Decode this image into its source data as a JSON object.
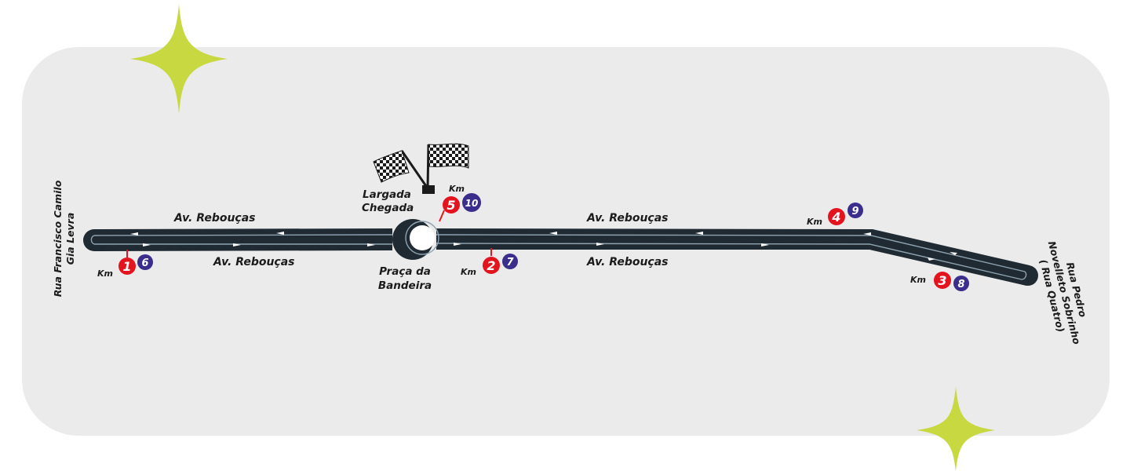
{
  "colors": {
    "panel": "#ebebeb",
    "road": "#1f2a33",
    "road_line": "#8fa3b0",
    "sparkle": "#c8d840",
    "km_first_lap": "#e3141e",
    "km_second_lap": "#3a2d8c",
    "text": "#1b1b1b"
  },
  "streets": {
    "av_top_left": "Av. Rebouças",
    "av_bottom_left": "Av. Rebouças",
    "av_top_right": "Av. Rebouças",
    "av_bottom_right": "Av. Rebouças",
    "left_end_line1": "Rua Francisco Camilo",
    "left_end_line2": "Gia Levra",
    "right_end_line1": "Rua Pedro",
    "right_end_line2": "Novelleto Sobrinho",
    "right_end_line3": "( Rua Quatro)"
  },
  "landmarks": {
    "square_line1": "Praça da",
    "square_line2": "Bandeira",
    "start_line1": "Largada",
    "start_line2": "Chegada",
    "flag_icon": "checkered-flag-icon"
  },
  "km_markers": {
    "prefix": "Km",
    "m1": {
      "first": "1",
      "second": "6"
    },
    "m2": {
      "first": "2",
      "second": "7"
    },
    "m3": {
      "first": "3",
      "second": "8"
    },
    "m4": {
      "first": "4",
      "second": "9"
    },
    "m5": {
      "first": "5",
      "second": "10"
    }
  }
}
